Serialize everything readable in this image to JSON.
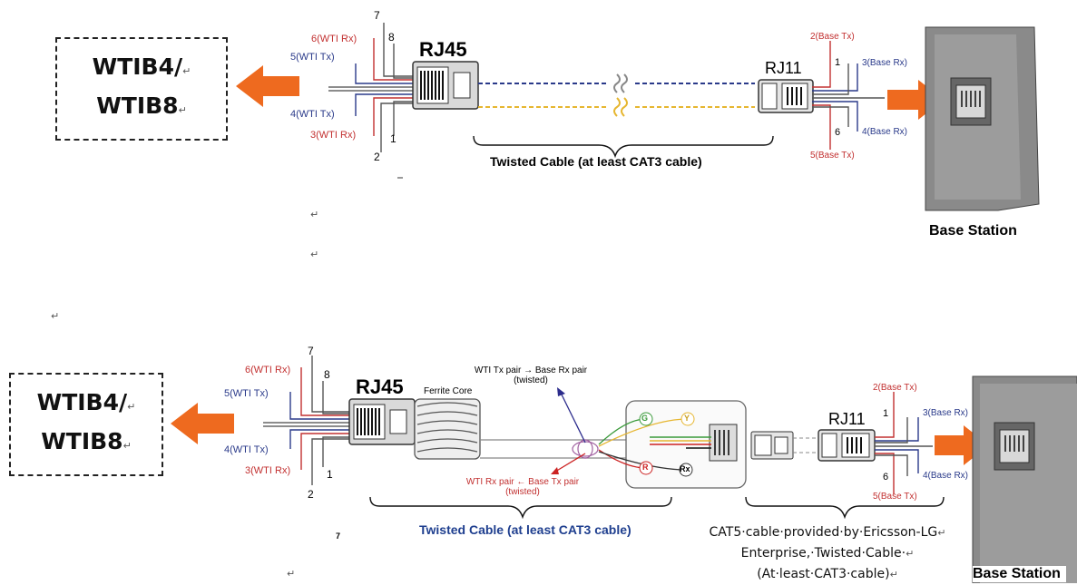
{
  "top": {
    "box_line1": "WTIB4/",
    "box_line2": "WTIB8",
    "rj45": "RJ45",
    "rj11": "RJ11",
    "wti_labels": [
      "6(WTI Rx)",
      "5(WTI Tx)",
      "4(WTI Tx)",
      "3(WTI Rx)"
    ],
    "pin_labels": [
      "7",
      "8",
      "1",
      "2"
    ],
    "base_labels": [
      "2(Base Tx)",
      "3(Base Rx)",
      "4(Base Rx)",
      "5(Base Tx)"
    ],
    "base_pins": [
      "1",
      "6"
    ],
    "cable_label": "Twisted Cable (at least CAT3 cable)",
    "base_station": "Base Station"
  },
  "bottom": {
    "box_line1": "WTIB4/",
    "box_line2": "WTIB8",
    "rj45": "RJ45",
    "rj11": "RJ11",
    "ferrite": "Ferrite Core",
    "wti_labels": [
      "6(WTI Rx)",
      "5(WTI Tx)",
      "4(WTI Tx)",
      "3(WTI Rx)"
    ],
    "pin_labels": [
      "7",
      "8",
      "1",
      "2"
    ],
    "tx_pair_1": "WTI Tx pair → Base Rx pair",
    "tx_pair_2": "(twisted)",
    "rx_pair_1": "WTI Rx pair ← Base Tx pair",
    "rx_pair_2": "(twisted)",
    "jack_letters": [
      "G",
      "Y",
      "R",
      "Rx"
    ],
    "base_labels": [
      "2(Base Tx)",
      "3(Base Rx)",
      "4(Base Rx)",
      "5(Base Tx)"
    ],
    "base_pins": [
      "1",
      "6"
    ],
    "cable_label": "Twisted Cable (at least CAT3 cable)",
    "cat5_1": "CAT5·cable·provided·by·Ericsson-LG",
    "cat5_2": "Enterprise,·Twisted·Cable·",
    "cat5_3": "(At·least·CAT3·cable)",
    "small_seven": "7",
    "base_station": "Base Station"
  },
  "para_mark": "↵",
  "colors": {
    "arrow": "#ee6a1f",
    "rx": "#c23030",
    "tx": "#2a3a8a",
    "cable_label_bottom": "#1f3f8f",
    "ferrite_arrow_tx": "#2c2c8c",
    "ferrite_arrow_rx": "#cc2222"
  }
}
